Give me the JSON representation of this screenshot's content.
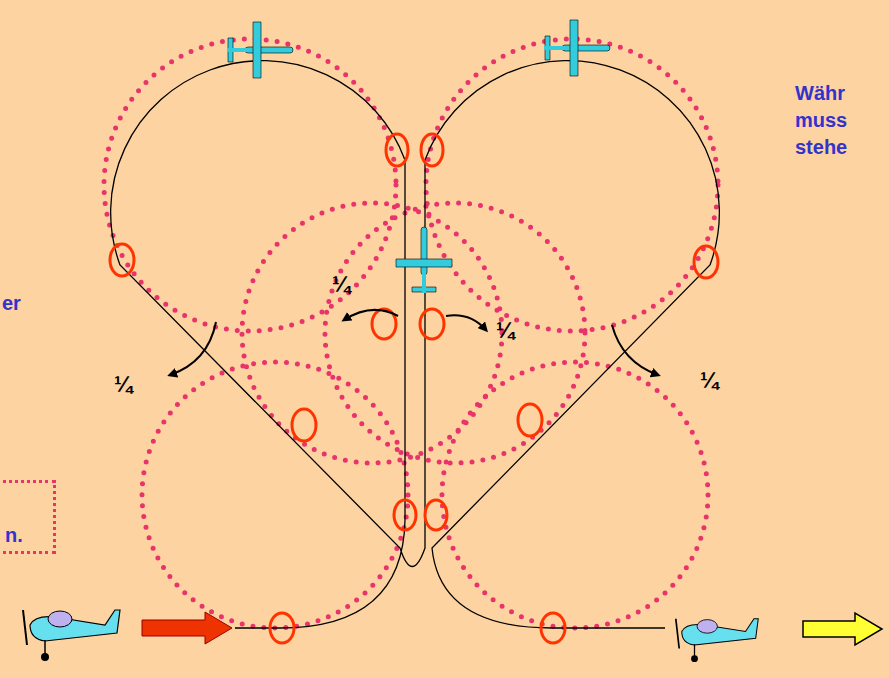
{
  "diagram": {
    "nodes": [
      {
        "text": [
          "n."
        ]
      }
    ],
    "labels": [
      "Währ",
      "muss",
      "stehe",
      "er",
      "¼",
      "¼",
      "¼",
      "¼"
    ]
  }
}
